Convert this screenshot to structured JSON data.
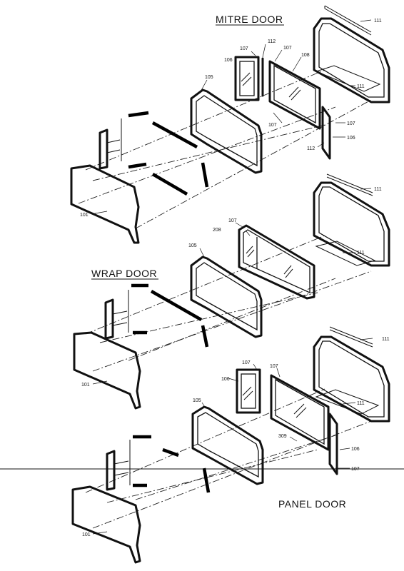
{
  "titles": {
    "mitre": "MITRE DOOR",
    "wrap": "WRAP DOOR",
    "panel": "PANEL DOOR"
  },
  "mitre_labels": {
    "l111a": "111",
    "l107a": "107",
    "l112a": "112",
    "l107b": "107",
    "l106a": "106",
    "l108": "108",
    "l105": "105",
    "l111b": "111",
    "l107c": "107",
    "l107d": "107",
    "l106b": "106",
    "l112b": "112",
    "l101": "101"
  },
  "wrap_labels": {
    "l111a": "111",
    "l107": "107",
    "l208": "208",
    "l105": "105",
    "l111b": "111",
    "l101": "101"
  },
  "panel_labels": {
    "l111a": "111",
    "l107a": "107",
    "l107b": "107",
    "l106a": "106",
    "l105": "105",
    "l111b": "111",
    "l309": "309",
    "l106b": "106",
    "l107c": "107",
    "l101": "101"
  }
}
